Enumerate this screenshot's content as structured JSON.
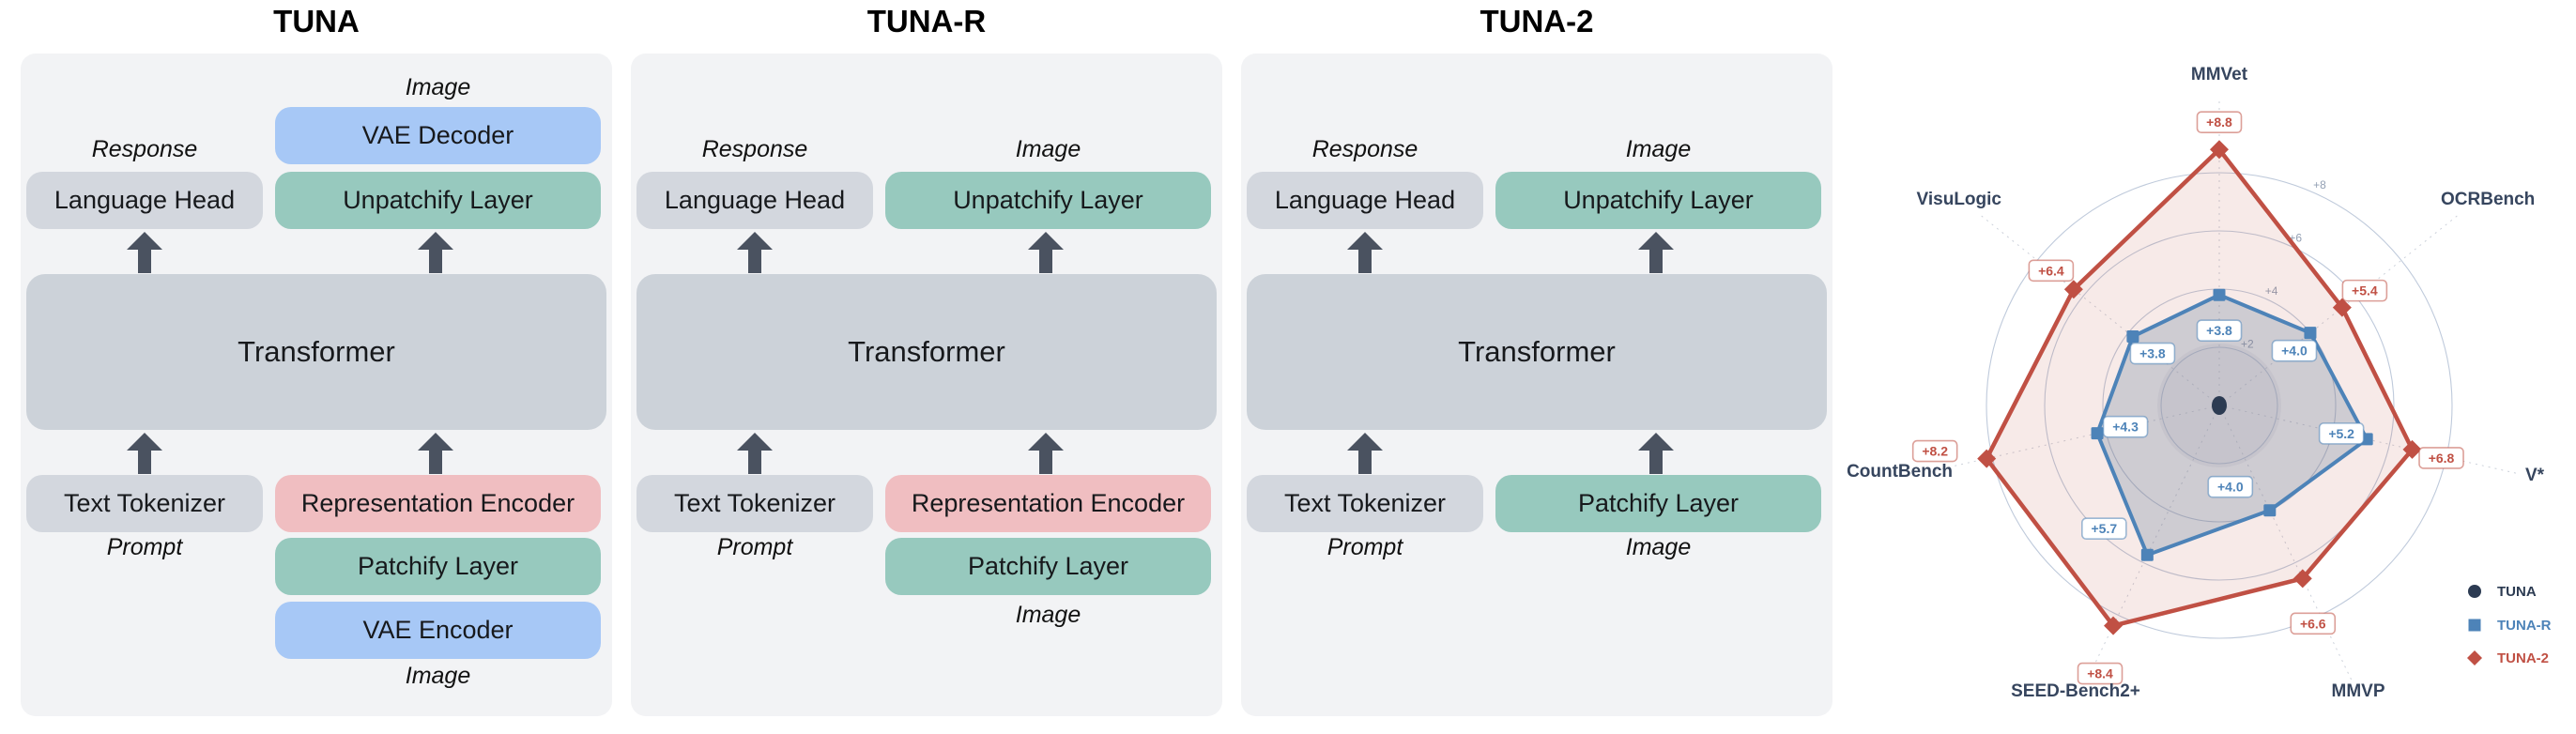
{
  "figure": {
    "panels": [
      {
        "title": "TUNA",
        "image_label_top": "Image",
        "response_label": "Response",
        "vae_decoder": "VAE Decoder",
        "language_head": "Language Head",
        "unpatchify": "Unpatchify Layer",
        "transformer": "Transformer",
        "text_tokenizer": "Text Tokenizer",
        "representation_encoder": "Representation Encoder",
        "patchify": "Patchify Layer",
        "vae_encoder": "VAE Encoder",
        "prompt_label": "Prompt",
        "image_label_bottom": "Image"
      },
      {
        "title": "TUNA-R",
        "image_label_top": "Image",
        "response_label": "Response",
        "language_head": "Language Head",
        "unpatchify": "Unpatchify Layer",
        "transformer": "Transformer",
        "text_tokenizer": "Text Tokenizer",
        "representation_encoder": "Representation Encoder",
        "patchify": "Patchify Layer",
        "prompt_label": "Prompt",
        "image_label_bottom": "Image"
      },
      {
        "title": "TUNA-2",
        "image_label_top": "Image",
        "response_label": "Response",
        "language_head": "Language Head",
        "unpatchify": "Unpatchify Layer",
        "transformer": "Transformer",
        "text_tokenizer": "Text Tokenizer",
        "patchify": "Patchify Layer",
        "prompt_label": "Prompt",
        "image_label_bottom": "Image"
      }
    ]
  },
  "colors": {
    "panel_bg": "#f2f3f5",
    "gray_box": "#d3d7de",
    "transformer_box": "#ccd2d9",
    "teal_box": "#97c9be",
    "blue_box": "#a7c8f6",
    "pink_box": "#f0bec1",
    "arrow": "#4a5260",
    "tuna": "#2c3b52",
    "tuna_r": "#4d83b8",
    "tuna_2": "#c05044",
    "grid_ring": "#bfcadb",
    "ring_tick_text": "#93a0b4",
    "axis_label_text": "#36455e"
  },
  "chart_data": {
    "type": "radar",
    "categories": [
      "MMVet",
      "OCRBench",
      "V*",
      "MMVP",
      "SEED-Bench2+",
      "CountBench",
      "VisuLogic"
    ],
    "ring_ticks": [
      "+2",
      "+4",
      "+6",
      "+8"
    ],
    "ring_values": [
      2,
      4,
      6,
      8
    ],
    "max": 8,
    "grid": "circular",
    "legend_position": "right-bottom",
    "series": [
      {
        "name": "TUNA",
        "marker": "circle",
        "color": "#2c3b52",
        "values": [
          0,
          0,
          0,
          0,
          0,
          0,
          0
        ],
        "labels": []
      },
      {
        "name": "TUNA-R",
        "marker": "square",
        "color": "#4d83b8",
        "values": [
          3.8,
          4.0,
          5.2,
          4.0,
          5.7,
          4.3,
          3.8
        ],
        "labels": [
          "+3.8",
          "+4.0",
          "+5.2",
          "+4.0",
          "+5.7",
          "+4.3",
          "+3.8"
        ]
      },
      {
        "name": "TUNA-2",
        "marker": "diamond",
        "color": "#c05044",
        "values": [
          8.8,
          5.4,
          6.8,
          6.6,
          8.4,
          8.2,
          6.4
        ],
        "labels": [
          "+8.8",
          "+5.4",
          "+6.8",
          "+6.6",
          "+8.4",
          "+8.2",
          "+6.4"
        ]
      }
    ]
  }
}
